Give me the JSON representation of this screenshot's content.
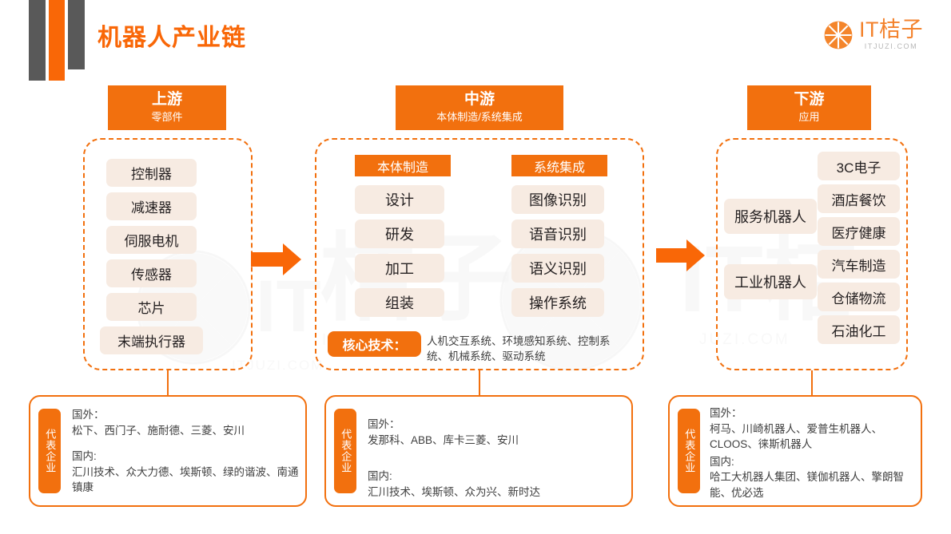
{
  "header": {
    "title": "机器人产业链",
    "logo": {
      "name": "IT桔子",
      "url": "ITJUZI.COM",
      "mark": "orange-slice-icon"
    }
  },
  "colors": {
    "orange": "#f2700e",
    "orange_bright": "#f96707",
    "gray_bar": "#595959",
    "pill_bg": "#f7ebe2",
    "text": "#231f20",
    "body_text": "#3f3f3f"
  },
  "stages": [
    {
      "key": "upstream",
      "title": "上游",
      "subtitle": "零部件",
      "items": [
        "控制器",
        "减速器",
        "伺服电机",
        "传感器",
        "芯片",
        "末端执行器"
      ],
      "companies": {
        "tag": "代表企业",
        "groups": [
          {
            "label": "国外：",
            "value": "松下、西门子、施耐德、三菱、安川"
          },
          {
            "label": "国内:",
            "value": "汇川技术、众大力德、埃斯顿、绿的谐波、南通镇康"
          }
        ]
      }
    },
    {
      "key": "midstream",
      "title": "中游",
      "subtitle": "本体制造/系统集成",
      "sub_columns": [
        {
          "head": "本体制造",
          "items": [
            "设计",
            "研发",
            "加工",
            "组装"
          ]
        },
        {
          "head": "系统集成",
          "items": [
            "图像识别",
            "语音识别",
            "语义识别",
            "操作系统"
          ]
        }
      ],
      "core_tech": {
        "tag": "核心技术：",
        "text": "人机交互系统、环境感知系统、控制系统、机械系统、驱动系统"
      },
      "companies": {
        "tag": "代表企业",
        "groups": [
          {
            "label": "国外：",
            "value": "发那科、ABB、库卡三菱、安川"
          },
          {
            "label": "国内:",
            "value": "汇川技术、埃斯顿、众为兴、新时达"
          }
        ]
      }
    },
    {
      "key": "downstream",
      "title": "下游",
      "subtitle": "应用",
      "categories": [
        "服务机器人",
        "工业机器人"
      ],
      "applications": [
        "3C电子",
        "酒店餐饮",
        "医疗健康",
        "汽车制造",
        "仓储物流",
        "石油化工"
      ],
      "companies": {
        "tag": "代表企业",
        "groups": [
          {
            "label": "国外：",
            "value": "柯马、川崎机器人、爱普生机器人、CLOOS、徕斯机器人"
          },
          {
            "label": "国内:",
            "value": "哈工大机器人集团、镁伽机器人、擎朗智能、优必选"
          }
        ]
      }
    }
  ],
  "arrows": [
    {
      "name": "arrow-upstream-to-midstream"
    },
    {
      "name": "arrow-midstream-to-downstream"
    }
  ]
}
